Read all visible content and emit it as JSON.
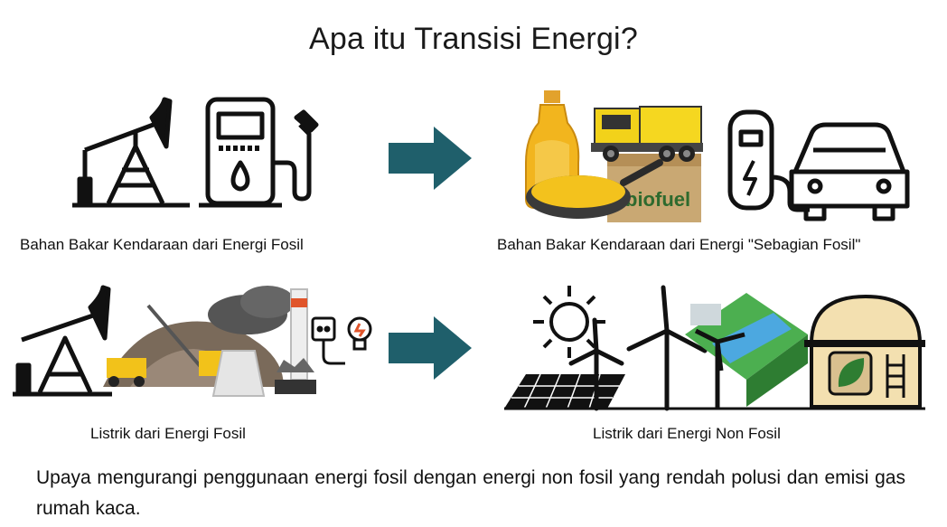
{
  "title": "Apa itu Transisi Energi?",
  "panels": {
    "top_left": {
      "caption": "Bahan Bakar Kendaraan dari Energi Fosil",
      "icons": [
        "oil-pumpjack-icon",
        "fuel-pump-icon"
      ]
    },
    "top_right": {
      "caption": "Bahan Bakar Kendaraan dari Energi \"Sebagian Fosil\"",
      "icons": [
        "cooking-oil-bottle-icon",
        "frying-pan-icon",
        "truck-icon",
        "ev-charger-icon",
        "electric-car-icon"
      ],
      "biofuel_label": "biofuel"
    },
    "bottom_left": {
      "caption": "Listrik dari Energi Fosil",
      "icons": [
        "oil-pumpjack-icon",
        "coal-mine-icon",
        "power-plant-icon",
        "plug-bulb-icon"
      ]
    },
    "bottom_right": {
      "caption": "Listrik dari Energi Non Fosil",
      "icons": [
        "sun-icon",
        "solar-panel-icon",
        "wind-turbine-icon",
        "hydro-dam-icon",
        "biogas-tank-icon"
      ]
    }
  },
  "arrow_color": "#1f5f6b",
  "description": "Upaya mengurangi penggunaan energi fosil dengan energi non fosil yang rendah polusi dan emisi gas rumah kaca."
}
